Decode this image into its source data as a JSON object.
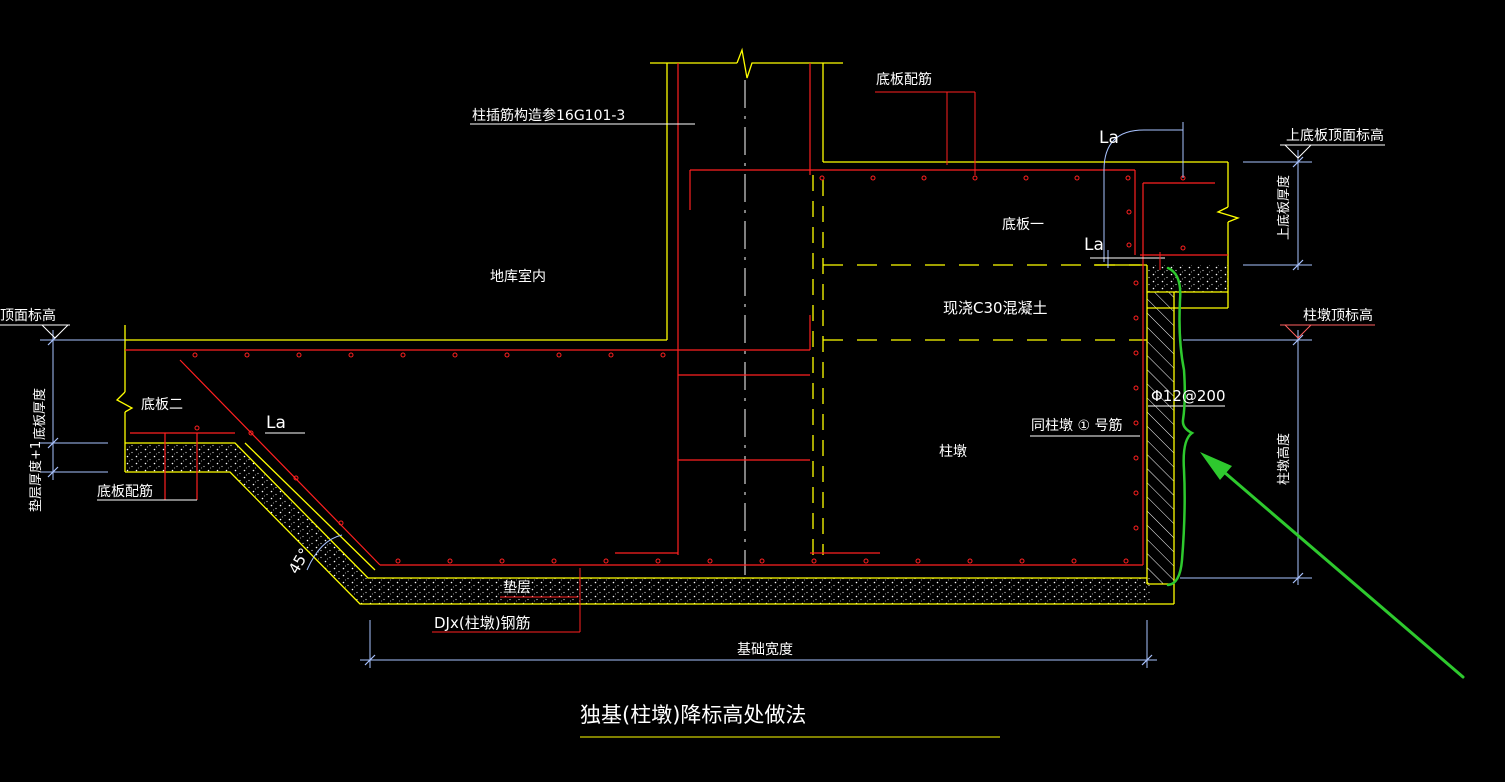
{
  "drawing": {
    "title": "独基(柱墩)降标高处做法",
    "labels": {
      "column_dowel_ref": "柱插筋构造参16G101-3",
      "slab_rebar_top": "底板配筋",
      "la_top": "La",
      "upper_slab_top_elev": "上底板顶面标高",
      "slab_one": "底板一",
      "la_mid": "La",
      "upper_slab_thickness": "上底板厚度",
      "garage_interior": "地库室内",
      "cast_concrete": "现浇C30混凝土",
      "pier_top_elev": "柱墩顶标高",
      "slab_top_elev_left": "顶面标高",
      "slab_thickness_left": "底板厚度",
      "slab_two": "底板二",
      "la_left": "La",
      "rebar_spec": "Φ12@200",
      "same_pier_stirrup": "同柱墩 ① 号筋",
      "pier": "柱墩",
      "pier_height": "柱墩高度",
      "cushion_thickness": "垫层厚度+1",
      "slab_rebar_left": "底板配筋",
      "angle": "45°",
      "cushion": "垫层",
      "djx_rebar": "DJx(柱墩)钢筋",
      "foundation_width": "基础宽度"
    },
    "colors": {
      "background": "#000000",
      "outline": "#ffff00",
      "rebar": "#ff2020",
      "dimension": "#a9c3ff",
      "text": "#ffffff",
      "annotation": "#2ec92e"
    }
  }
}
